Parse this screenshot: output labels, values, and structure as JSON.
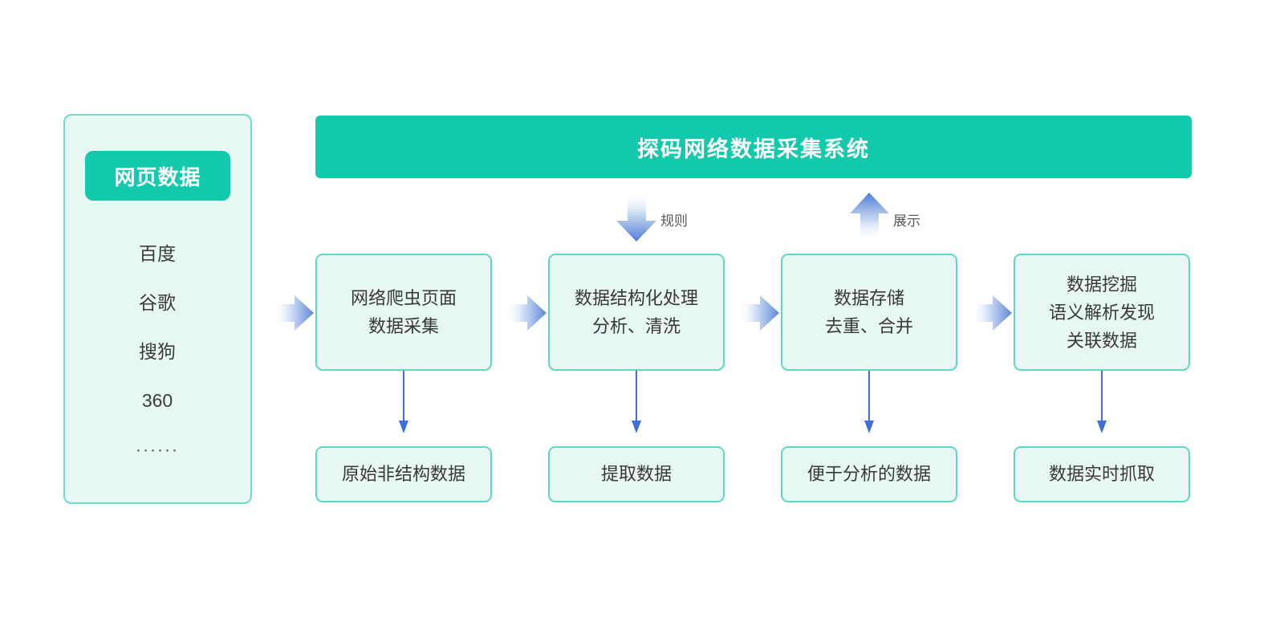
{
  "banner": {
    "title": "探码网络数据采集系统"
  },
  "source_panel": {
    "tag": "网页数据",
    "items": [
      {
        "label": "百度"
      },
      {
        "label": "谷歌"
      },
      {
        "label": "搜狗"
      },
      {
        "label": "360"
      },
      {
        "label": "······"
      }
    ]
  },
  "flow_arrows": {
    "down": {
      "label": "规则",
      "icon": "arrow-down-icon"
    },
    "up": {
      "label": "展示",
      "icon": "arrow-up-icon"
    },
    "entry": {
      "icon": "arrow-right-icon"
    },
    "between": [
      {
        "icon": "arrow-right-icon"
      },
      {
        "icon": "arrow-right-icon"
      },
      {
        "icon": "arrow-right-icon"
      }
    ]
  },
  "process_steps": [
    {
      "label": "网络爬虫页面\n数据采集"
    },
    {
      "label": "数据结构化处理\n分析、清洗"
    },
    {
      "label": "数据存储\n去重、合并"
    },
    {
      "label": "数据挖掘\n语义解析发现\n关联数据"
    }
  ],
  "result_steps": [
    {
      "label": "原始非结构数据"
    },
    {
      "label": "提取数据"
    },
    {
      "label": "便于分析的数据"
    },
    {
      "label": "数据实时抓取"
    }
  ],
  "colors": {
    "brand_teal": "#13C9AC",
    "box_fill": "#E7F7F4",
    "box_border": "#5FD7C2",
    "arrow_blue": "#5B86D6",
    "connector_blue": "#3F6FD8",
    "text_dark": "#383838",
    "label_gray": "#5A5A5A",
    "background": "#FFFFFF"
  }
}
